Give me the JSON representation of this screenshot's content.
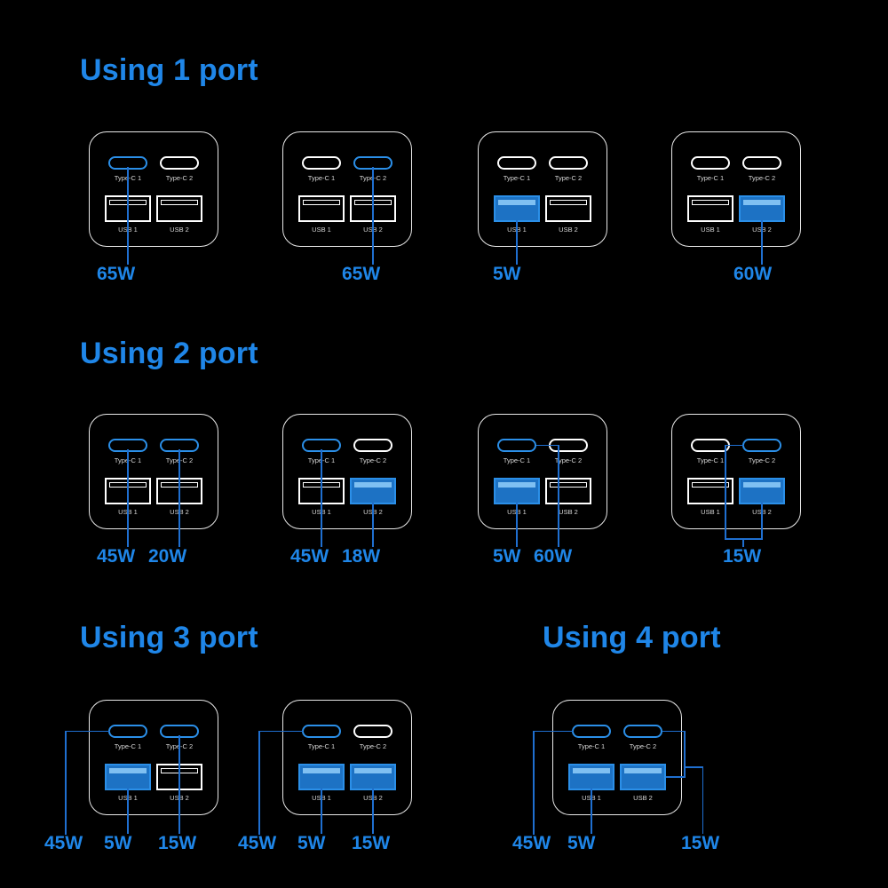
{
  "page": {
    "background": "#000000",
    "accent": "#1f86e8",
    "wire_color": "#1f6fd0",
    "port_outline": "#ffffff",
    "port_active": "#2b8fe8"
  },
  "sections": [
    {
      "id": "using-1-port",
      "title": "Using 1 port"
    },
    {
      "id": "using-2-port",
      "title": "Using 2 port"
    },
    {
      "id": "using-3-port",
      "title": "Using 3 port"
    },
    {
      "id": "using-4-port",
      "title": "Using 4 port"
    }
  ],
  "port_labels": {
    "typec1": "Type-C 1",
    "typec2": "Type-C 2",
    "usb1": "USB 1",
    "usb2": "USB 2"
  },
  "diagrams": [
    {
      "id": "d1",
      "section": "using-1-port",
      "active_ports": [
        "typec1"
      ],
      "watts": [
        {
          "label": "65W",
          "ports": [
            "typec1"
          ]
        }
      ]
    },
    {
      "id": "d2",
      "section": "using-1-port",
      "active_ports": [
        "typec2"
      ],
      "watts": [
        {
          "label": "65W",
          "ports": [
            "typec2"
          ]
        }
      ]
    },
    {
      "id": "d3",
      "section": "using-1-port",
      "active_ports": [
        "usb1"
      ],
      "watts": [
        {
          "label": "5W",
          "ports": [
            "usb1"
          ]
        }
      ]
    },
    {
      "id": "d4",
      "section": "using-1-port",
      "active_ports": [
        "usb2"
      ],
      "watts": [
        {
          "label": "60W",
          "ports": [
            "usb2"
          ]
        }
      ]
    },
    {
      "id": "d5",
      "section": "using-2-port",
      "active_ports": [
        "typec1",
        "typec2"
      ],
      "watts": [
        {
          "label": "45W",
          "ports": [
            "typec1"
          ]
        },
        {
          "label": "20W",
          "ports": [
            "typec2"
          ]
        }
      ]
    },
    {
      "id": "d6",
      "section": "using-2-port",
      "active_ports": [
        "typec1",
        "usb2"
      ],
      "watts": [
        {
          "label": "45W",
          "ports": [
            "typec1"
          ]
        },
        {
          "label": "18W",
          "ports": [
            "usb2"
          ]
        }
      ]
    },
    {
      "id": "d7",
      "section": "using-2-port",
      "active_ports": [
        "typec1",
        "usb1"
      ],
      "watts": [
        {
          "label": "5W",
          "ports": [
            "usb1"
          ]
        },
        {
          "label": "60W",
          "ports": [
            "typec1"
          ]
        }
      ]
    },
    {
      "id": "d8",
      "section": "using-2-port",
      "active_ports": [
        "typec2",
        "usb2"
      ],
      "watts": [
        {
          "label": "15W",
          "ports": [
            "typec2",
            "usb2"
          ]
        }
      ]
    },
    {
      "id": "d9",
      "section": "using-3-port",
      "active_ports": [
        "typec1",
        "typec2",
        "usb1"
      ],
      "watts": [
        {
          "label": "45W",
          "ports": [
            "typec1"
          ]
        },
        {
          "label": "5W",
          "ports": [
            "usb1"
          ]
        },
        {
          "label": "15W",
          "ports": [
            "typec2"
          ]
        }
      ]
    },
    {
      "id": "d10",
      "section": "using-3-port",
      "active_ports": [
        "typec1",
        "usb1",
        "usb2"
      ],
      "watts": [
        {
          "label": "45W",
          "ports": [
            "typec1"
          ]
        },
        {
          "label": "5W",
          "ports": [
            "usb1"
          ]
        },
        {
          "label": "15W",
          "ports": [
            "usb2"
          ]
        }
      ]
    },
    {
      "id": "d11",
      "section": "using-4-port",
      "active_ports": [
        "typec1",
        "typec2",
        "usb1",
        "usb2"
      ],
      "watts": [
        {
          "label": "45W",
          "ports": [
            "typec1"
          ]
        },
        {
          "label": "5W",
          "ports": [
            "usb1"
          ]
        },
        {
          "label": "15W",
          "ports": [
            "typec2",
            "usb2"
          ]
        }
      ]
    }
  ]
}
